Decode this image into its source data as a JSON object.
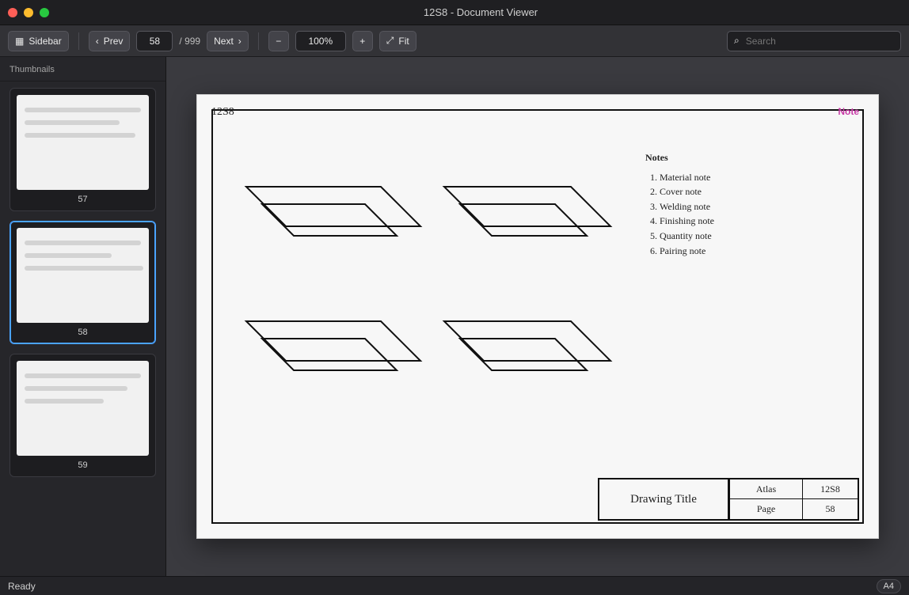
{
  "window": {
    "title": "12S8 - Document Viewer"
  },
  "toolbar": {
    "sidebar_toggle_label": "Sidebar",
    "prev_label": "Prev",
    "next_label": "Next",
    "page_value": "58",
    "page_total_label": "/ 999",
    "zoom_value": "100%",
    "fit_label": "Fit",
    "search_placeholder": "Search"
  },
  "sidebar": {
    "header": "Thumbnails",
    "thumbs": [
      {
        "label": "57"
      },
      {
        "label": "58"
      },
      {
        "label": "59"
      }
    ]
  },
  "page": {
    "header_left": "12S8",
    "note_right": "Note",
    "notes_title": "Notes",
    "notes_items": [
      "Material note",
      "Cover note",
      "Welding note",
      "Finishing note",
      "Quantity note",
      "Pairing note"
    ],
    "titleblock": {
      "title": "Drawing Title",
      "label_atlas": "Atlas",
      "value_atlas": "12S8",
      "label_page": "Page",
      "value_page": "58"
    }
  },
  "status": {
    "left": "Ready",
    "right_pill": "A4"
  },
  "colors": {
    "accent": "#4aa3ff",
    "annotation": "#c83aa6"
  }
}
